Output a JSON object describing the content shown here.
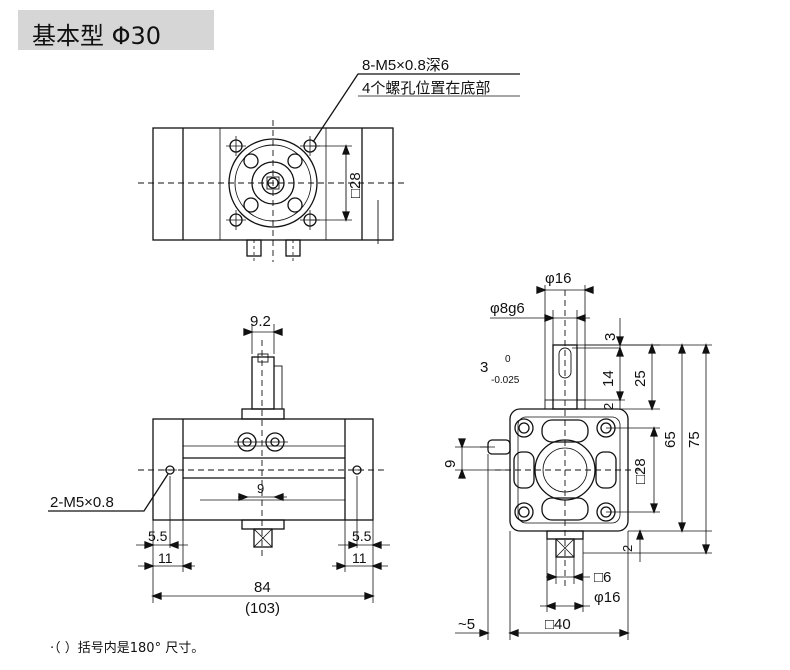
{
  "title": "基本型 Φ30",
  "callouts": {
    "bottom_holes_line1": "8-M5×0.8深6",
    "bottom_holes_line2": "4个螺孔位置在底部",
    "side_holes": "2-M5×0.8"
  },
  "dims": {
    "top_sq28": "□28",
    "front_9_2": "9.2",
    "front_9": "9",
    "front_5_5_left": "5.5",
    "front_5_5_right": "5.5",
    "front_11_left": "11",
    "front_11_right": "11",
    "front_84": "84",
    "front_103": "(103)",
    "side_phi16_top": "φ16",
    "side_phi8g6": "φ8g6",
    "side_3": "3",
    "side_tol_base": "3",
    "side_tol_upper": "0",
    "side_tol_lower": "-0.025",
    "side_14": "14",
    "side_25": "25",
    "side_2_top": "2",
    "side_65": "65",
    "side_75": "75",
    "side_9": "9",
    "side_sq28": "□28",
    "side_2_bottom": "2",
    "side_sq6": "□6",
    "side_phi16_bottom": "φ16",
    "side_5": "~5",
    "side_sq40": "□40"
  },
  "footnote": "·（  ）括号内是180° 尺寸。"
}
